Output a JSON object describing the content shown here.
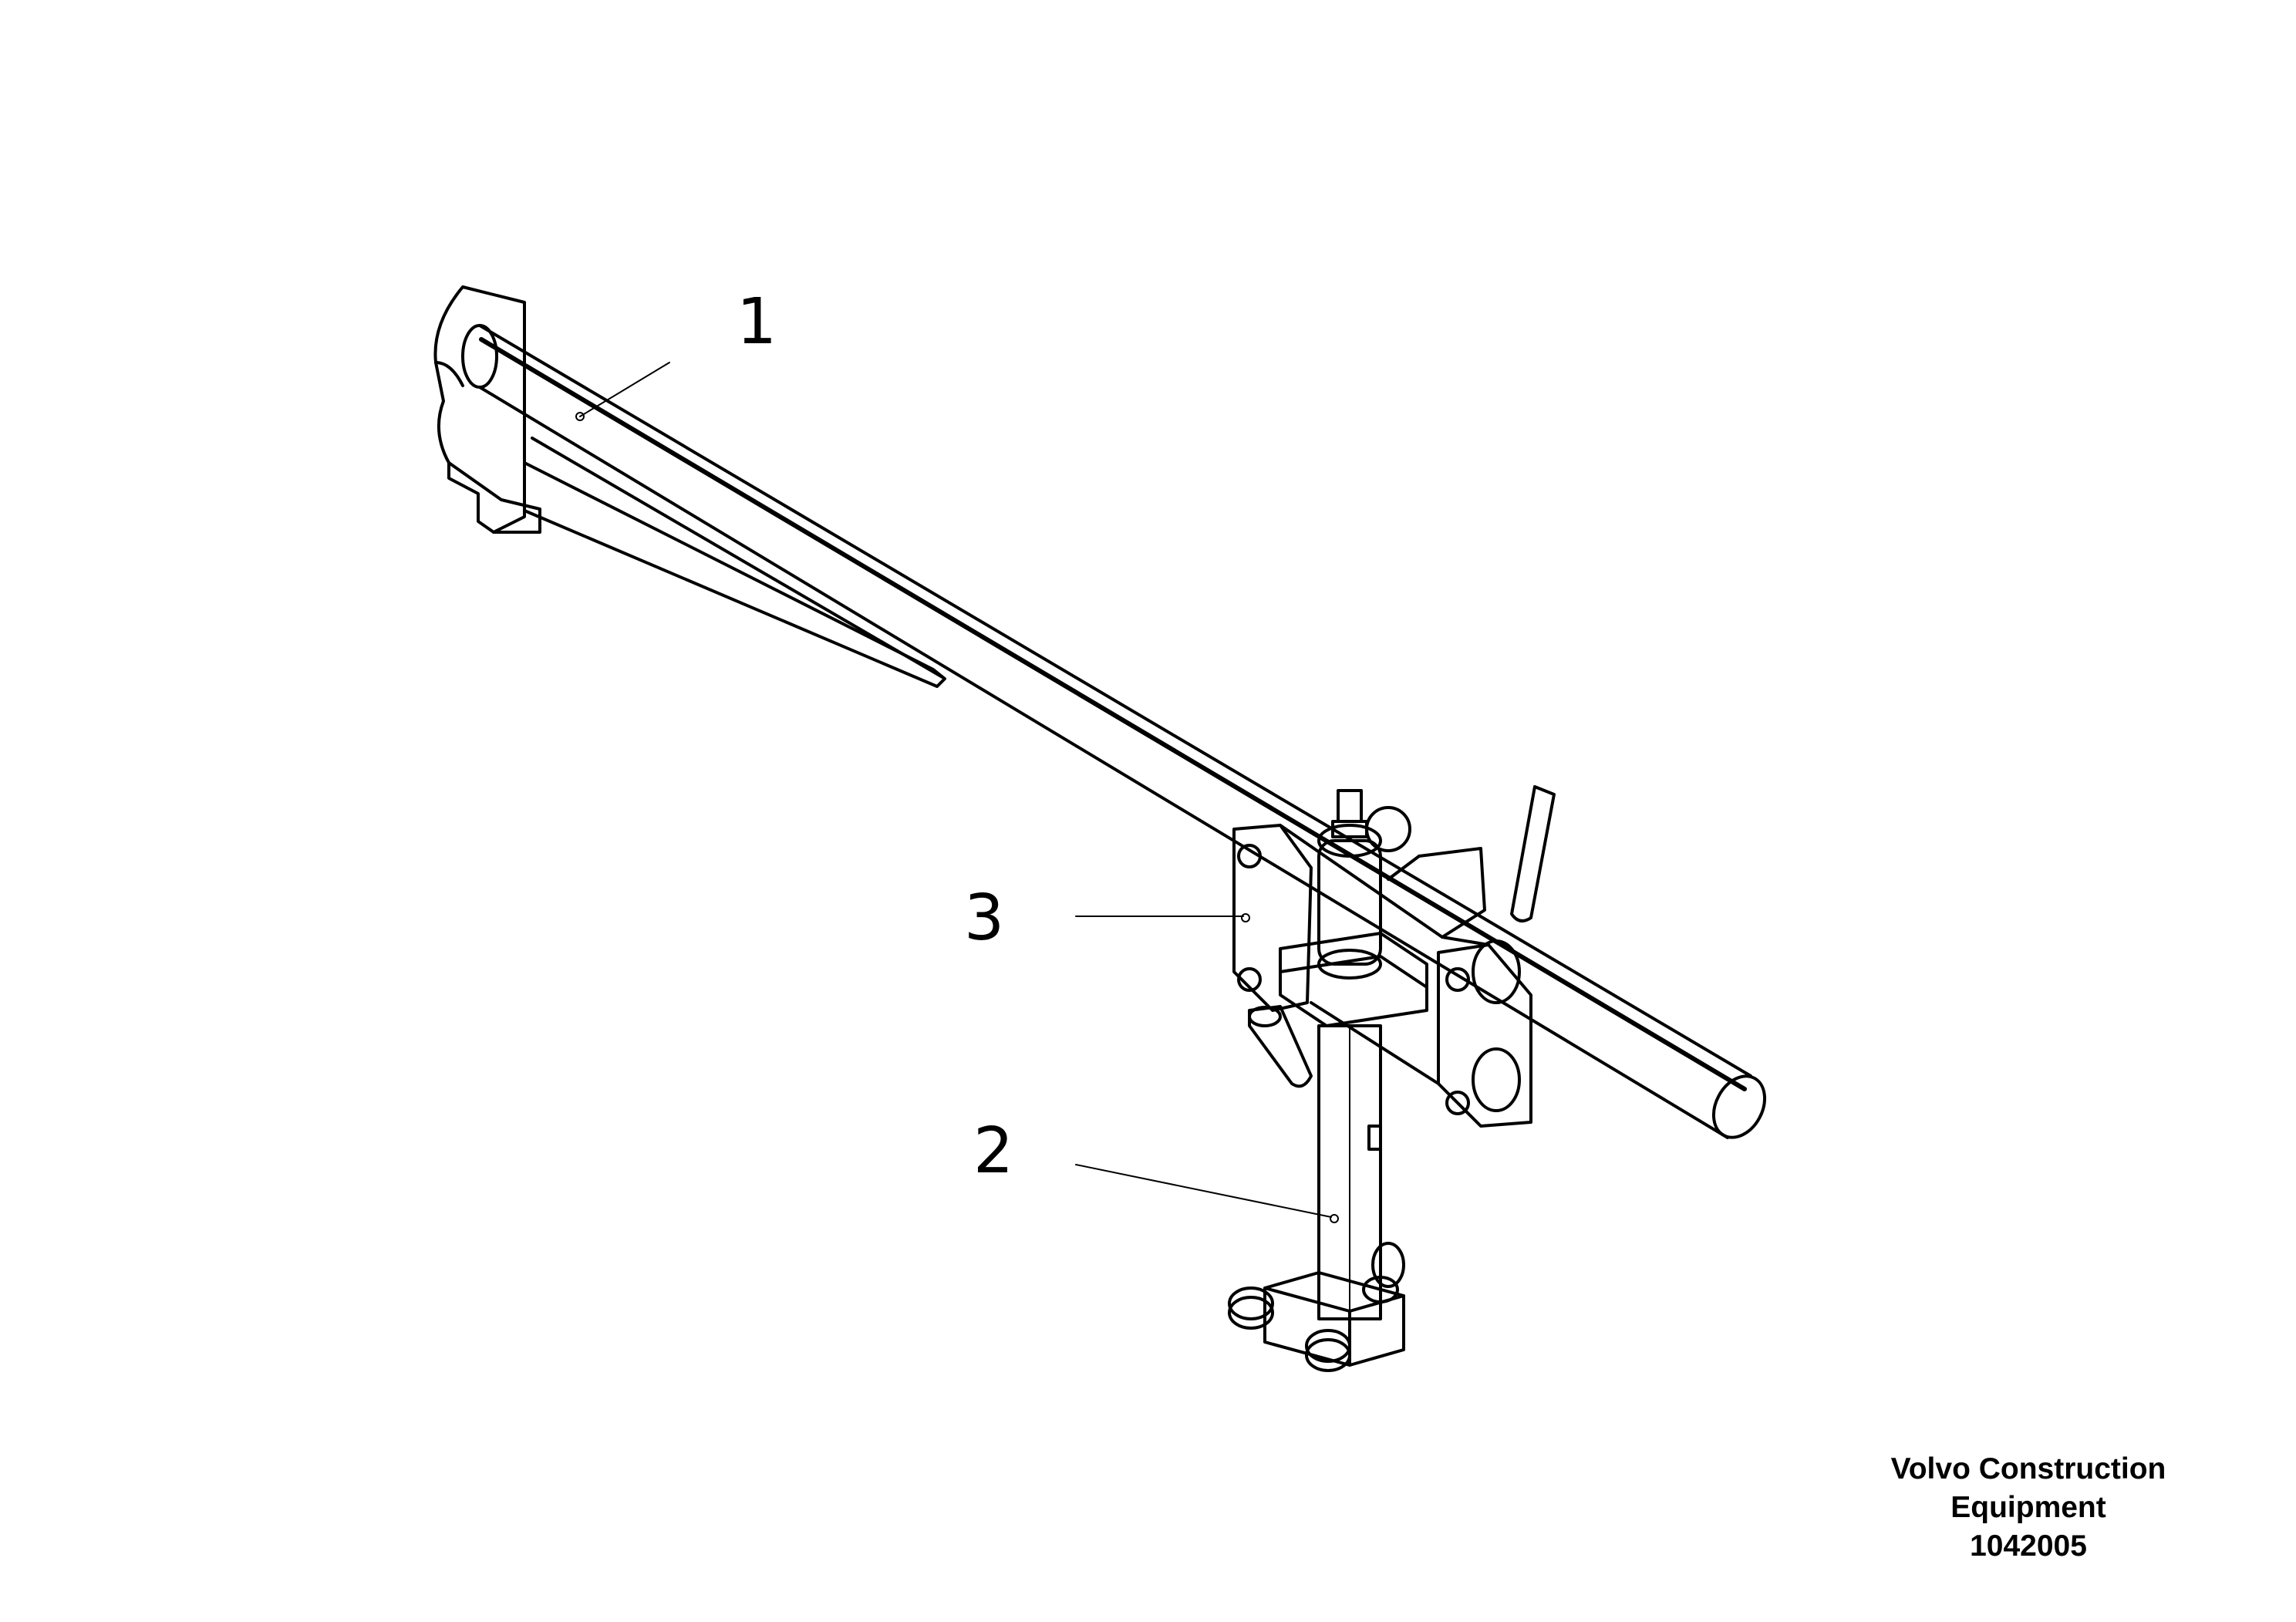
{
  "callouts": [
    {
      "label": "1"
    },
    {
      "label": "3"
    },
    {
      "label": "2"
    }
  ],
  "caption": {
    "line1": "Volvo Construction",
    "line2": "Equipment",
    "line3": "1042005"
  }
}
